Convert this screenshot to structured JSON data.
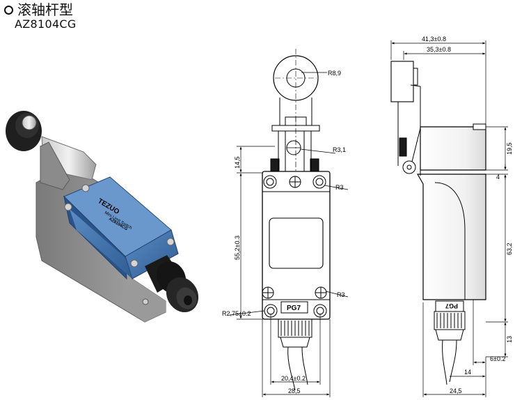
{
  "header": {
    "title": "滚轴杆型",
    "model": "AZ8104CG"
  },
  "photo": {
    "brand": "TEZUO",
    "product_line": "Mini Limit Switch",
    "model": "AZ8104CG"
  },
  "front_view": {
    "dims": {
      "roller_radius": "R8,9",
      "shaft_radius": "R3,1",
      "top_screw_radius": "R3",
      "bottom_screw_radius": "R3",
      "bottom_left_radius": "R2,75±0.2",
      "upper_height": "14,5",
      "body_height": "55,2±0.3",
      "hole_spacing": "20,4±0.2",
      "body_width": "28,5"
    },
    "gland_label": "PG7"
  },
  "side_view": {
    "dims": {
      "total_width": "41,3±0.8",
      "inner_width": "35,3±0.8",
      "top_height": "19,5",
      "step_height": "4",
      "body_height": "63,2",
      "gland_height": "13",
      "offset": "6±0.2",
      "cable_offset": "14",
      "body_width": "24,5"
    },
    "gland_label": "PG7"
  },
  "colors": {
    "body_blue": "#3d6fa8",
    "base_gray": "#8d8d8d",
    "line": "#000000"
  }
}
